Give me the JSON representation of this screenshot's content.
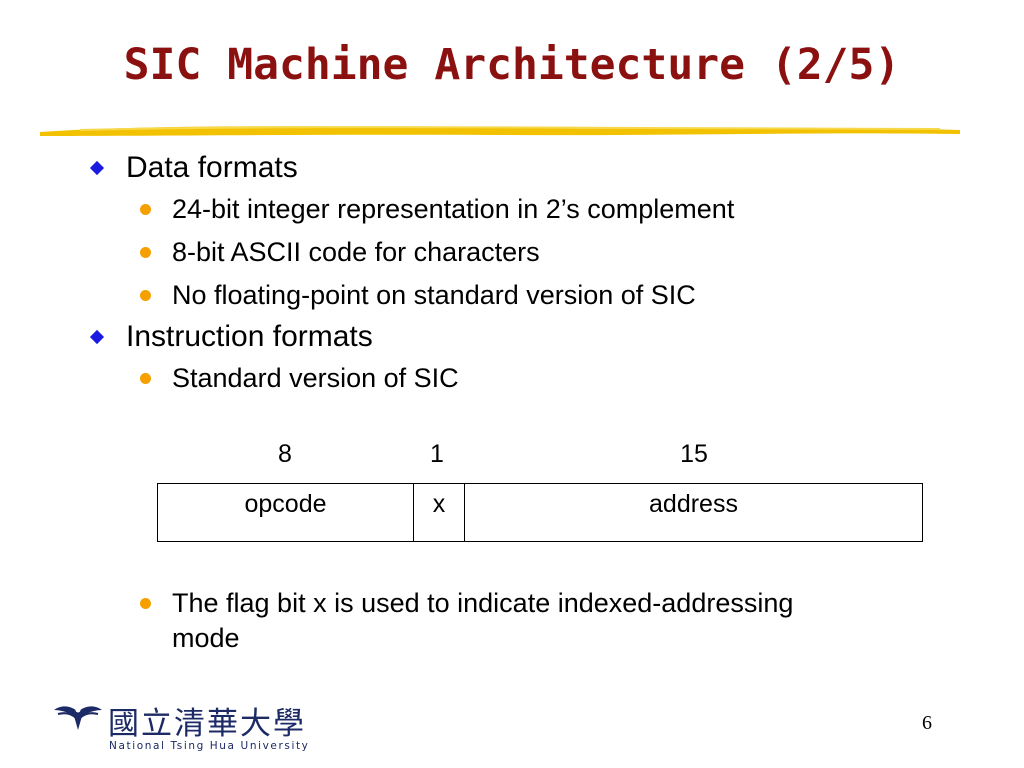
{
  "slide": {
    "title": "SIC Machine Architecture (2/5)",
    "colors": {
      "title": "#8b1010",
      "diamond_bullet": "#1a1ae0",
      "dot_bullet": "#f5a000",
      "underline": "#f2c200",
      "logo": "#1c2a66"
    },
    "sections": [
      {
        "heading": "Data formats",
        "items": [
          "24-bit integer representation in 2’s complement",
          "8-bit ASCII code for characters",
          "No floating-point on standard version of SIC"
        ]
      },
      {
        "heading": "Instruction formats",
        "items": [
          "Standard version of SIC"
        ]
      }
    ],
    "instruction_format": {
      "bit_widths": [
        "8",
        "1",
        "15"
      ],
      "fields": [
        "opcode",
        "x",
        "address"
      ]
    },
    "note": "The flag bit x is used to indicate indexed-addressing mode",
    "logo": {
      "chinese_name": "國立清華大學",
      "english_name": "National Tsing Hua University",
      "emblem_icon": "university-emblem-icon"
    },
    "page_number": "6"
  }
}
